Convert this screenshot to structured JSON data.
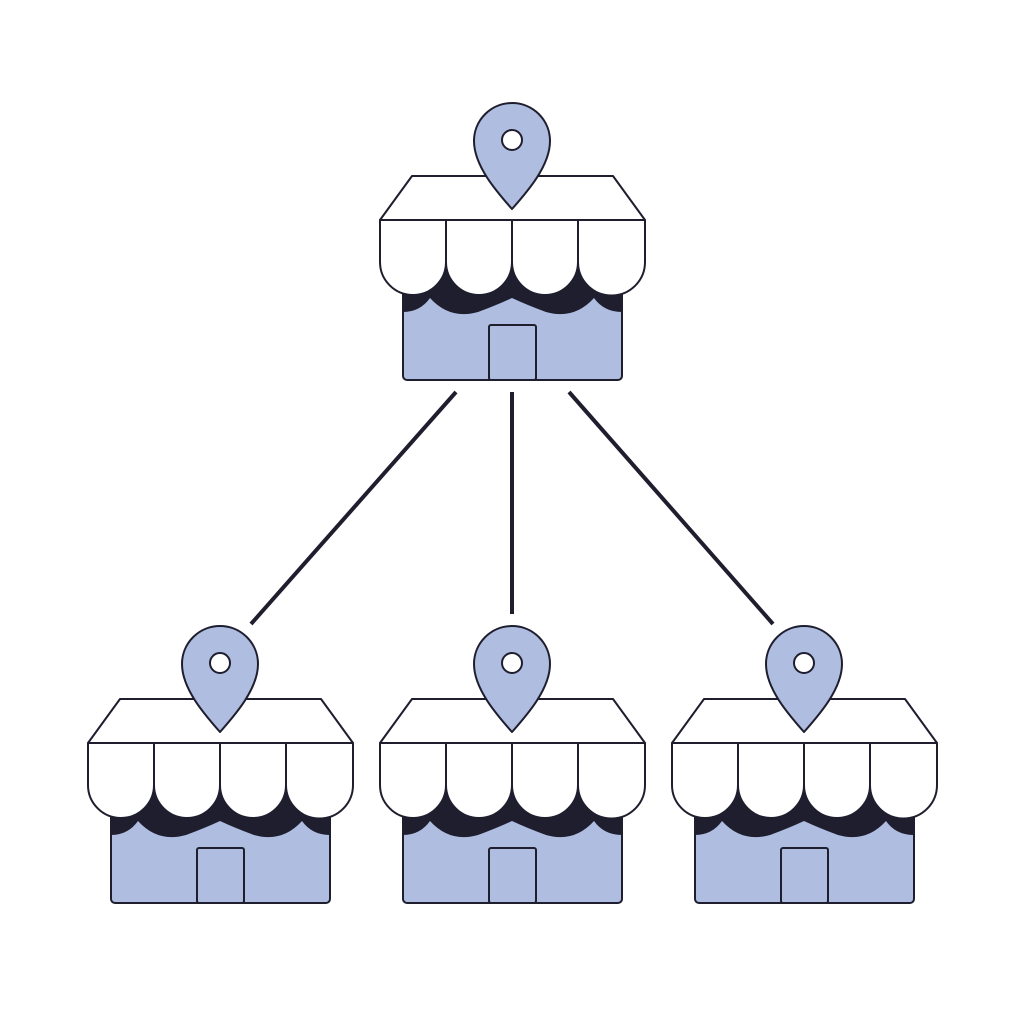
{
  "diagram": {
    "kind": "hierarchy",
    "colors": {
      "background": "#ffffff",
      "fill": "#aebde0",
      "stroke": "#1e1e2e",
      "shadow": "#1e1e2e",
      "awning": "#ffffff",
      "pin_hole": "#ffffff"
    },
    "nodes": [
      {
        "id": "store-top",
        "icon": "storefront-icon",
        "marker": "location-pin-icon",
        "role": "parent"
      },
      {
        "id": "store-left",
        "icon": "storefront-icon",
        "marker": "location-pin-icon",
        "role": "child"
      },
      {
        "id": "store-center",
        "icon": "storefront-icon",
        "marker": "location-pin-icon",
        "role": "child"
      },
      {
        "id": "store-right",
        "icon": "storefront-icon",
        "marker": "location-pin-icon",
        "role": "child"
      }
    ],
    "edges": [
      {
        "from": "store-top",
        "to": "store-left"
      },
      {
        "from": "store-top",
        "to": "store-center"
      },
      {
        "from": "store-top",
        "to": "store-right"
      }
    ]
  }
}
